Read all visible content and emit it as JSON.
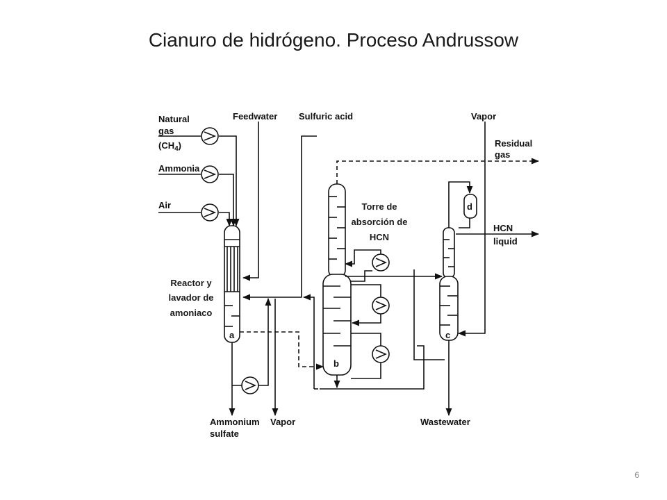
{
  "title": "Cianuro de hidrógeno. Proceso Andrussow",
  "page_number": "6",
  "inputs": {
    "natural_gas_1": "Natural",
    "natural_gas_2": "gas",
    "natural_gas_3": "(CH",
    "natural_gas_sub": "4",
    "natural_gas_4": ")",
    "ammonia": "Ammonia",
    "air": "Air",
    "feedwater": "Feedwater",
    "sulfuric_acid": "Sulfuric  acid",
    "vapor_top": "Vapor"
  },
  "outputs": {
    "residual_gas_1": "Residual",
    "residual_gas_2": "gas",
    "hcn_1": "HCN",
    "hcn_2": "liquid",
    "ammonium_sulfate_1": "Ammonium",
    "ammonium_sulfate_2": "sulfate",
    "vapor_bottom": "Vapor",
    "wastewater": "Wastewater"
  },
  "units": {
    "a": "a",
    "b": "b",
    "c": "c",
    "d": "d"
  },
  "callouts": {
    "reactor_1": "Reactor  y",
    "reactor_2": "lavador de",
    "reactor_3": "amoniaco",
    "tower_1": "Torre de",
    "tower_2": "absorción de",
    "tower_3": "HCN"
  }
}
